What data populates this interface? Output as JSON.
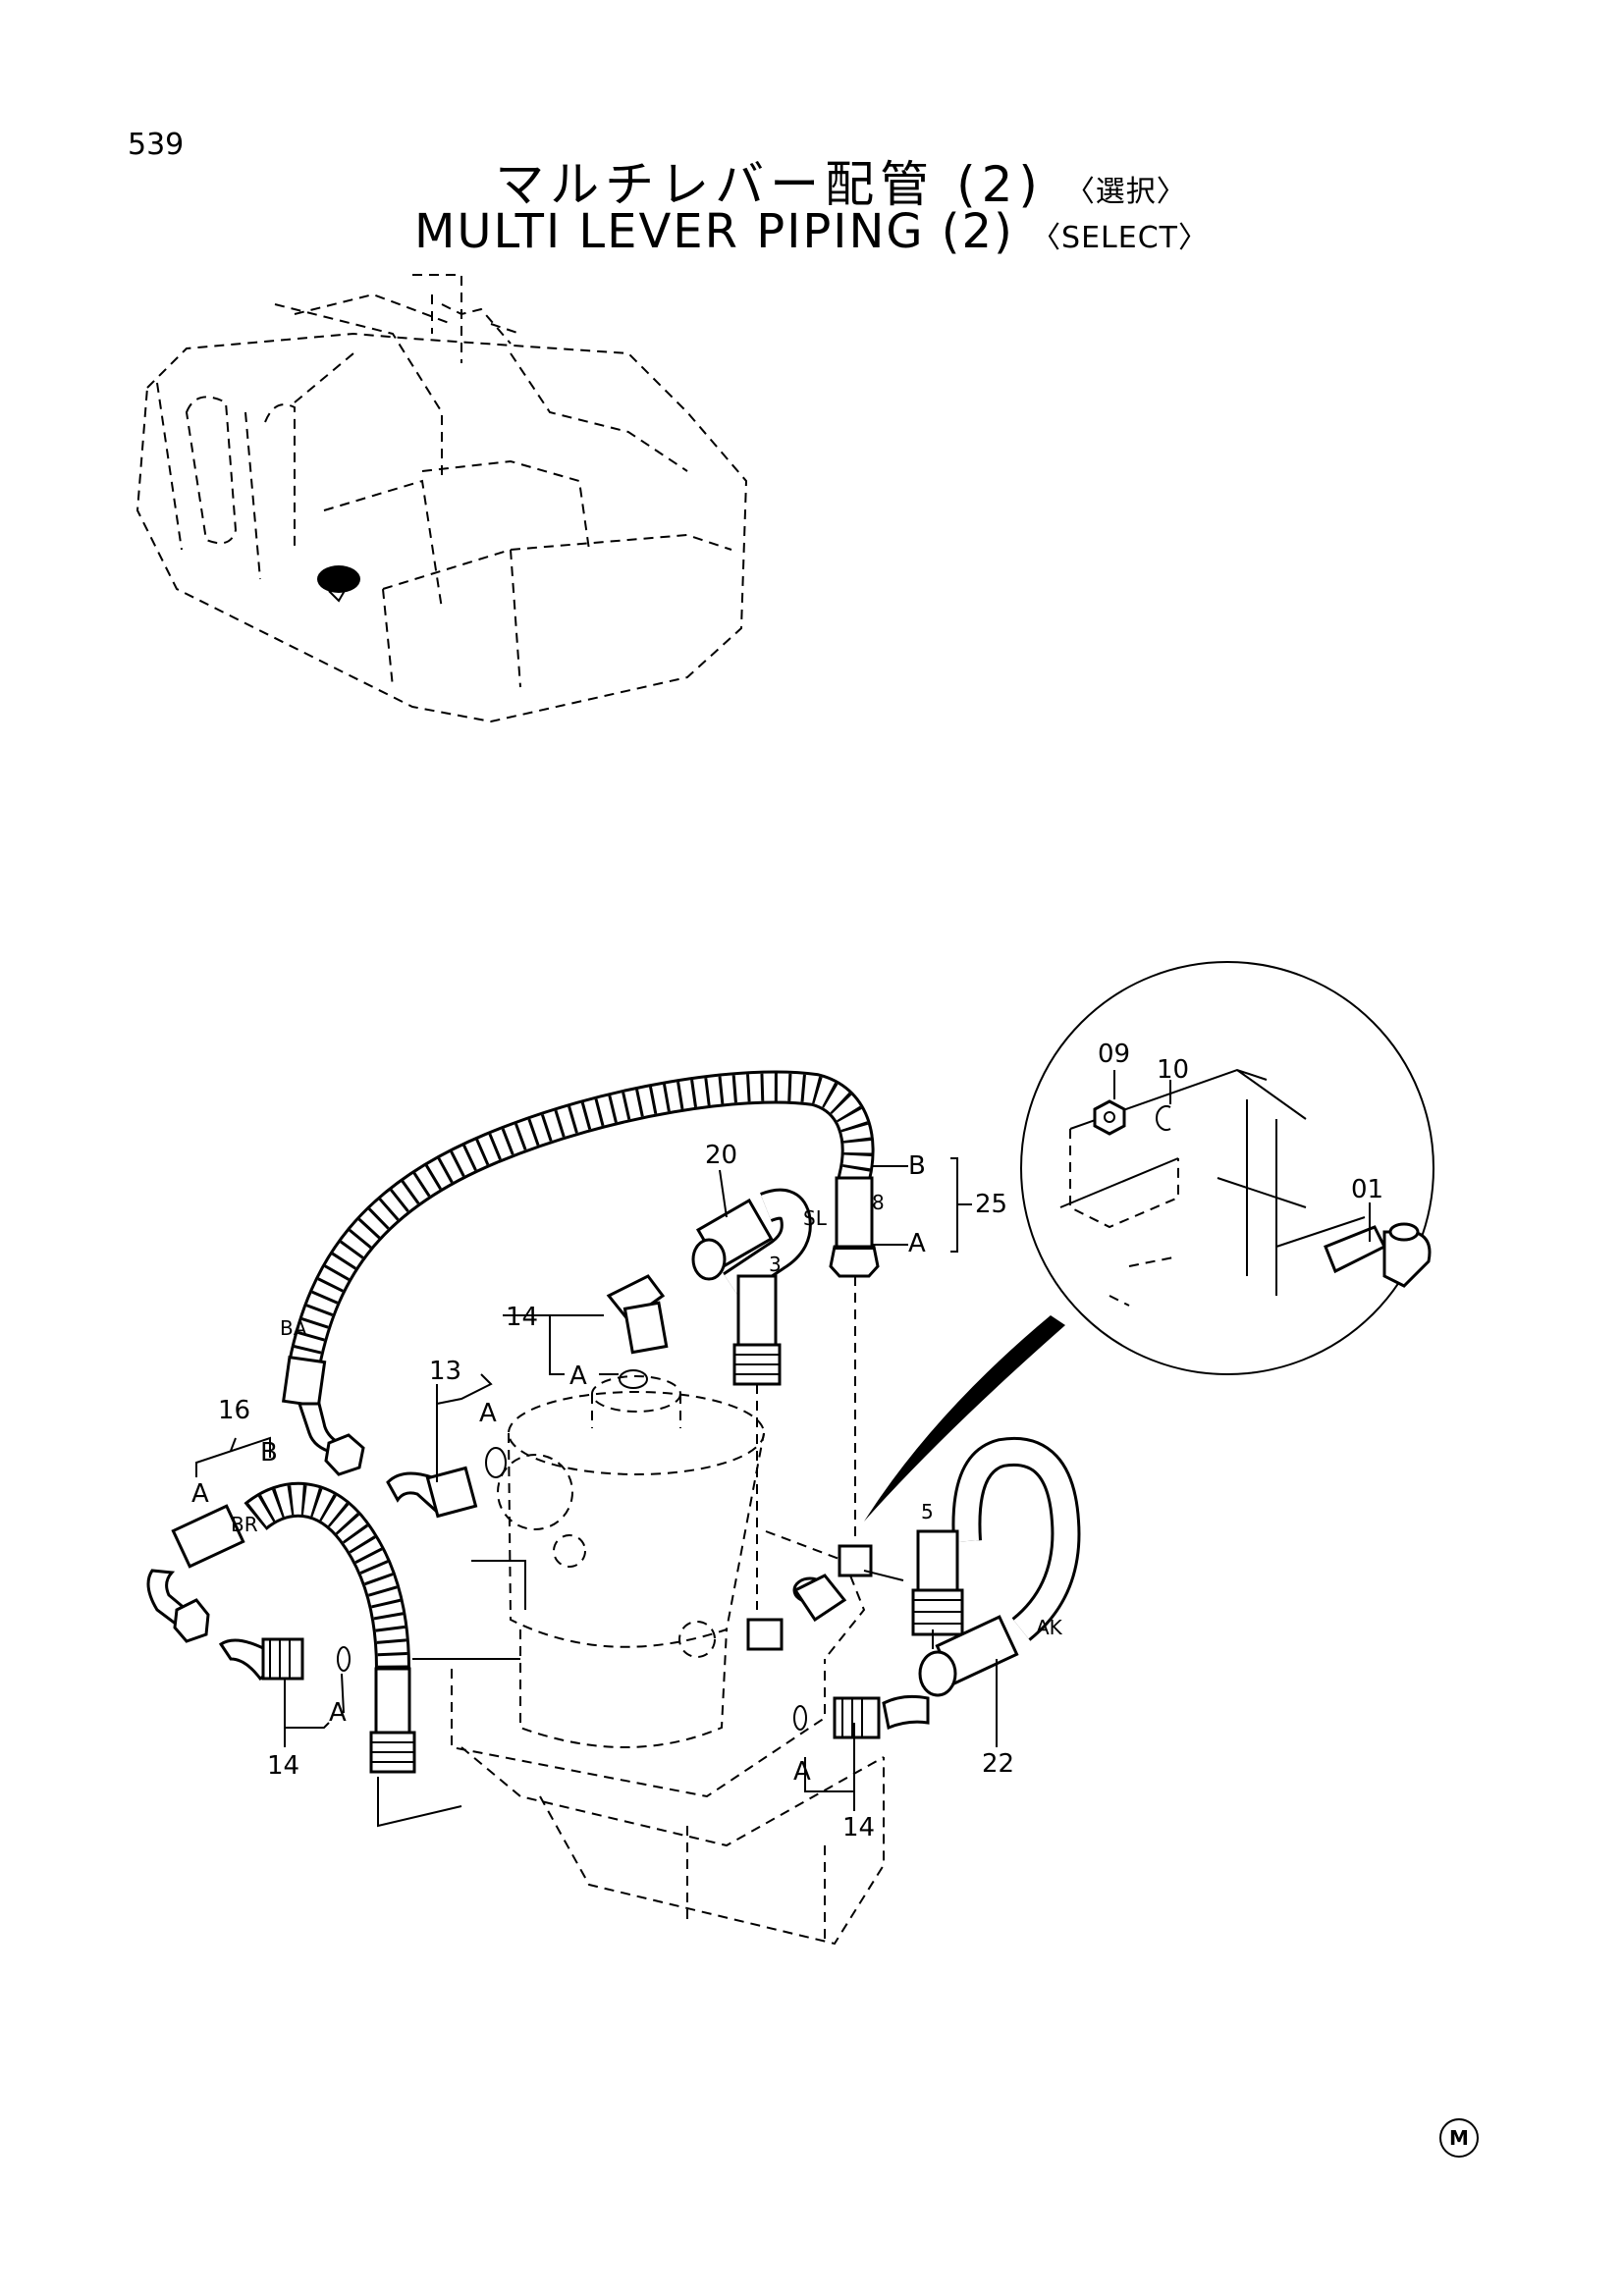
{
  "page_number": "539",
  "title_jp": "マルチレバー配管 (2)",
  "title_jp_suffix": "〈選択〉",
  "title_en": "MULTI LEVER PIPING (2)",
  "title_en_suffix": "〈SELECT〉",
  "footer_mark": "M",
  "callouts": [
    "01",
    "09",
    "10",
    "20",
    "25",
    "3",
    "8",
    "14",
    "13",
    "16",
    "5",
    "22",
    "14",
    "14"
  ],
  "connection_labels": [
    "A",
    "B",
    "SL",
    "BA",
    "BR",
    "AK"
  ]
}
